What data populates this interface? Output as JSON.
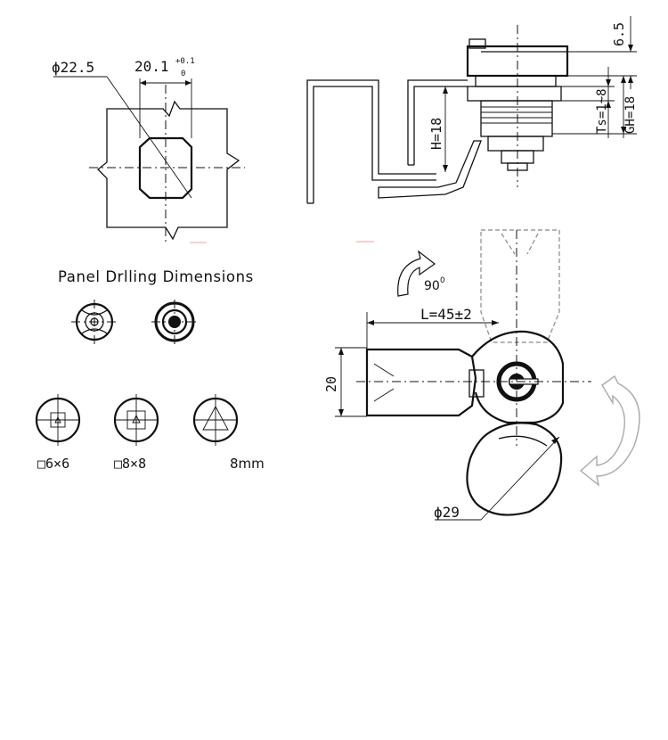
{
  "panel_cutout": {
    "diameter_label": "ϕ22.5",
    "width_label": "20.1",
    "tol_upper": "+0.1",
    "tol_lower": "0"
  },
  "side_view": {
    "dim_top": "6.5",
    "dim_h": "H=18",
    "dim_ts": "Ts=1~8",
    "dim_gh": "GH=18"
  },
  "drilling": {
    "heading": "Panel Drlling Dimensions"
  },
  "key_types": [
    {
      "label": "□6×6"
    },
    {
      "label": "□8×8"
    },
    {
      "label": "8mm"
    }
  ],
  "front_view": {
    "rotation_label": "90",
    "rotation_sup": "0",
    "length_label": "L=45±2",
    "height_label": "20",
    "diameter_label": "ϕ29"
  }
}
